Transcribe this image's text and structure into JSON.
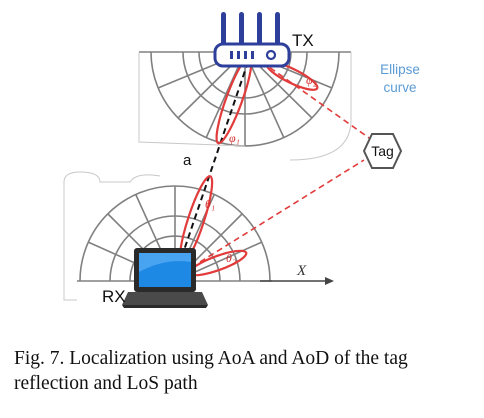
{
  "labels": {
    "tx": "TX",
    "rx": "RX",
    "tag": "Tag",
    "ellipse_line1": "Ellipse",
    "ellipse_line2": "curve",
    "baseline": "a",
    "x_axis": "X",
    "phi1": "φ₁",
    "phi2": "φ₂",
    "theta1": "θ₁",
    "theta2": "θ₂"
  },
  "caption": {
    "line1": "Fig. 7.  Localization using AoA and AoD of the tag",
    "line2": "reflection and LoS path"
  },
  "colors": {
    "beam": "#e23b3b",
    "sector": "#808080",
    "ellipse_text": "#5b9bd5",
    "router": "#2e3f9b",
    "laptop_screen": "#1e88e5"
  }
}
